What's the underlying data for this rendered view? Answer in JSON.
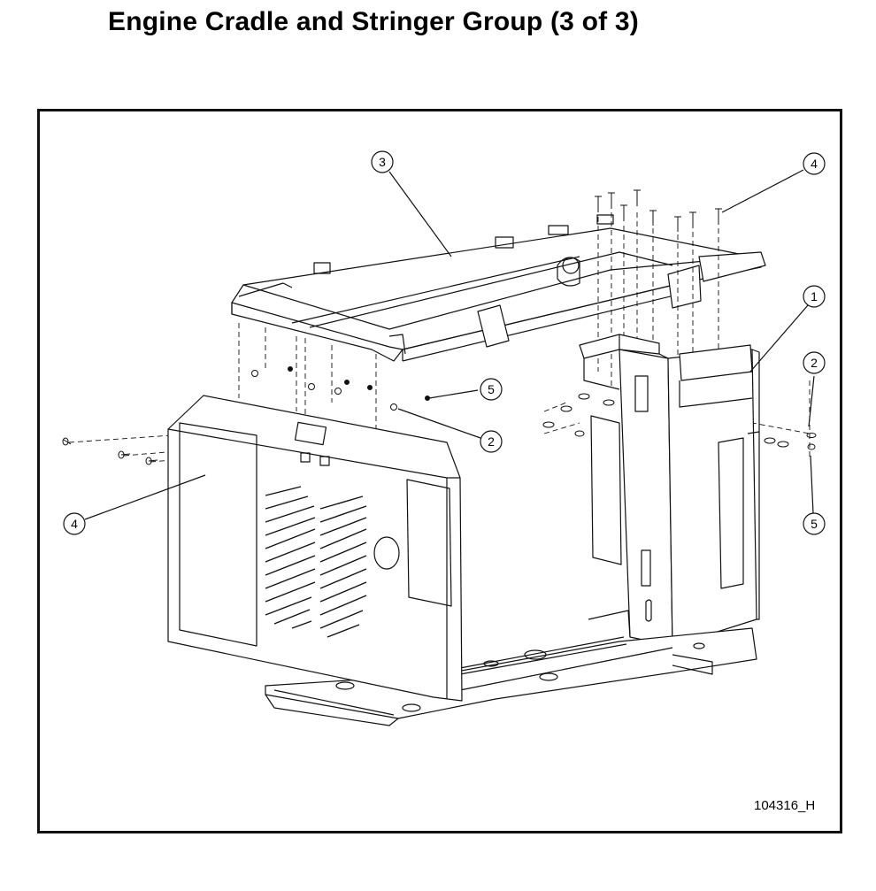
{
  "title": "Engine Cradle and Stringer Group (3 of 3)",
  "drawing_number": "104316_H",
  "callouts": [
    {
      "id": "c3",
      "label": "3"
    },
    {
      "id": "c4a",
      "label": "4"
    },
    {
      "id": "c1",
      "label": "1"
    },
    {
      "id": "c2a",
      "label": "2"
    },
    {
      "id": "c5a",
      "label": "5"
    },
    {
      "id": "c5b",
      "label": "5"
    },
    {
      "id": "c2b",
      "label": "2"
    },
    {
      "id": "c4b",
      "label": "4"
    }
  ],
  "colors": {
    "line": "#111111",
    "background": "#ffffff"
  }
}
